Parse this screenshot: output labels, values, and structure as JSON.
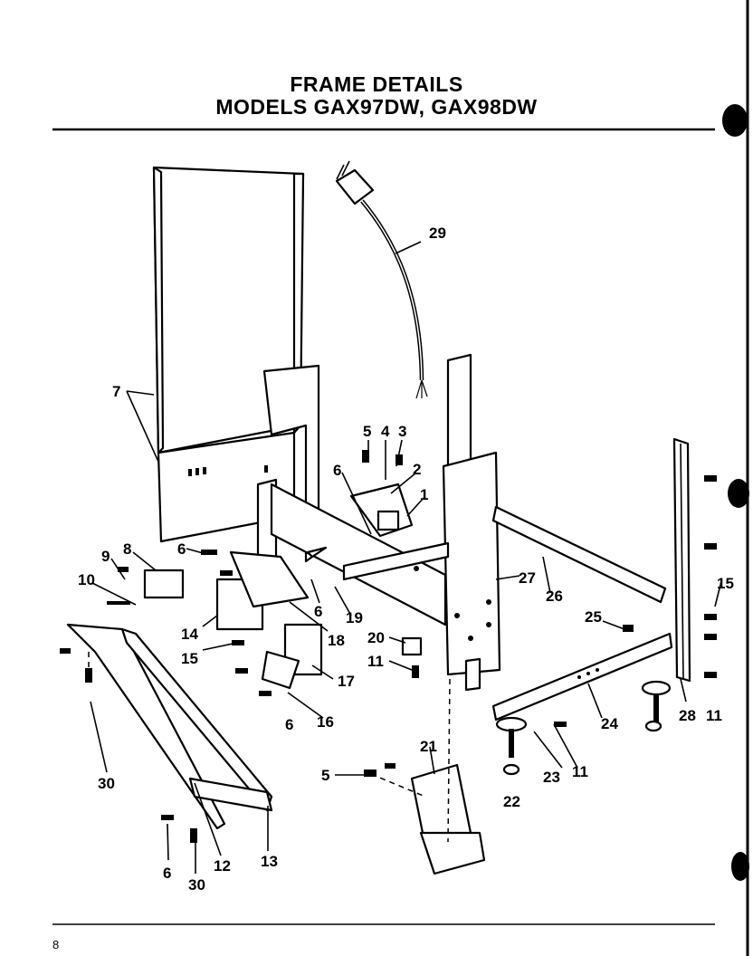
{
  "header": {
    "title_line1": "FRAME  DETAILS",
    "title_line2": "MODELS GAX97DW, GAX98DW"
  },
  "page_number": "8",
  "diagram": {
    "part_callouts": [
      {
        "id": "c1",
        "label": "1"
      },
      {
        "id": "c2",
        "label": "2"
      },
      {
        "id": "c3",
        "label": "3"
      },
      {
        "id": "c4",
        "label": "4"
      },
      {
        "id": "c5a",
        "label": "5"
      },
      {
        "id": "c5b",
        "label": "5"
      },
      {
        "id": "c6a",
        "label": "6"
      },
      {
        "id": "c6b",
        "label": "6"
      },
      {
        "id": "c6c",
        "label": "6"
      },
      {
        "id": "c6d",
        "label": "6"
      },
      {
        "id": "c6e",
        "label": "6"
      },
      {
        "id": "c7",
        "label": "7"
      },
      {
        "id": "c8",
        "label": "8"
      },
      {
        "id": "c9",
        "label": "9"
      },
      {
        "id": "c10",
        "label": "10"
      },
      {
        "id": "c11a",
        "label": "11"
      },
      {
        "id": "c11b",
        "label": "11"
      },
      {
        "id": "c11c",
        "label": "11"
      },
      {
        "id": "c12",
        "label": "12"
      },
      {
        "id": "c13",
        "label": "13"
      },
      {
        "id": "c14",
        "label": "14"
      },
      {
        "id": "c15a",
        "label": "15"
      },
      {
        "id": "c15b",
        "label": "15"
      },
      {
        "id": "c16",
        "label": "16"
      },
      {
        "id": "c17",
        "label": "17"
      },
      {
        "id": "c18",
        "label": "18"
      },
      {
        "id": "c19",
        "label": "19"
      },
      {
        "id": "c20",
        "label": "20"
      },
      {
        "id": "c21",
        "label": "21"
      },
      {
        "id": "c22",
        "label": "22"
      },
      {
        "id": "c23",
        "label": "23"
      },
      {
        "id": "c24",
        "label": "24"
      },
      {
        "id": "c25",
        "label": "25"
      },
      {
        "id": "c26",
        "label": "26"
      },
      {
        "id": "c27",
        "label": "27"
      },
      {
        "id": "c28",
        "label": "28"
      },
      {
        "id": "c29",
        "label": "29"
      },
      {
        "id": "c30a",
        "label": "30"
      },
      {
        "id": "c30b",
        "label": "30"
      }
    ]
  }
}
